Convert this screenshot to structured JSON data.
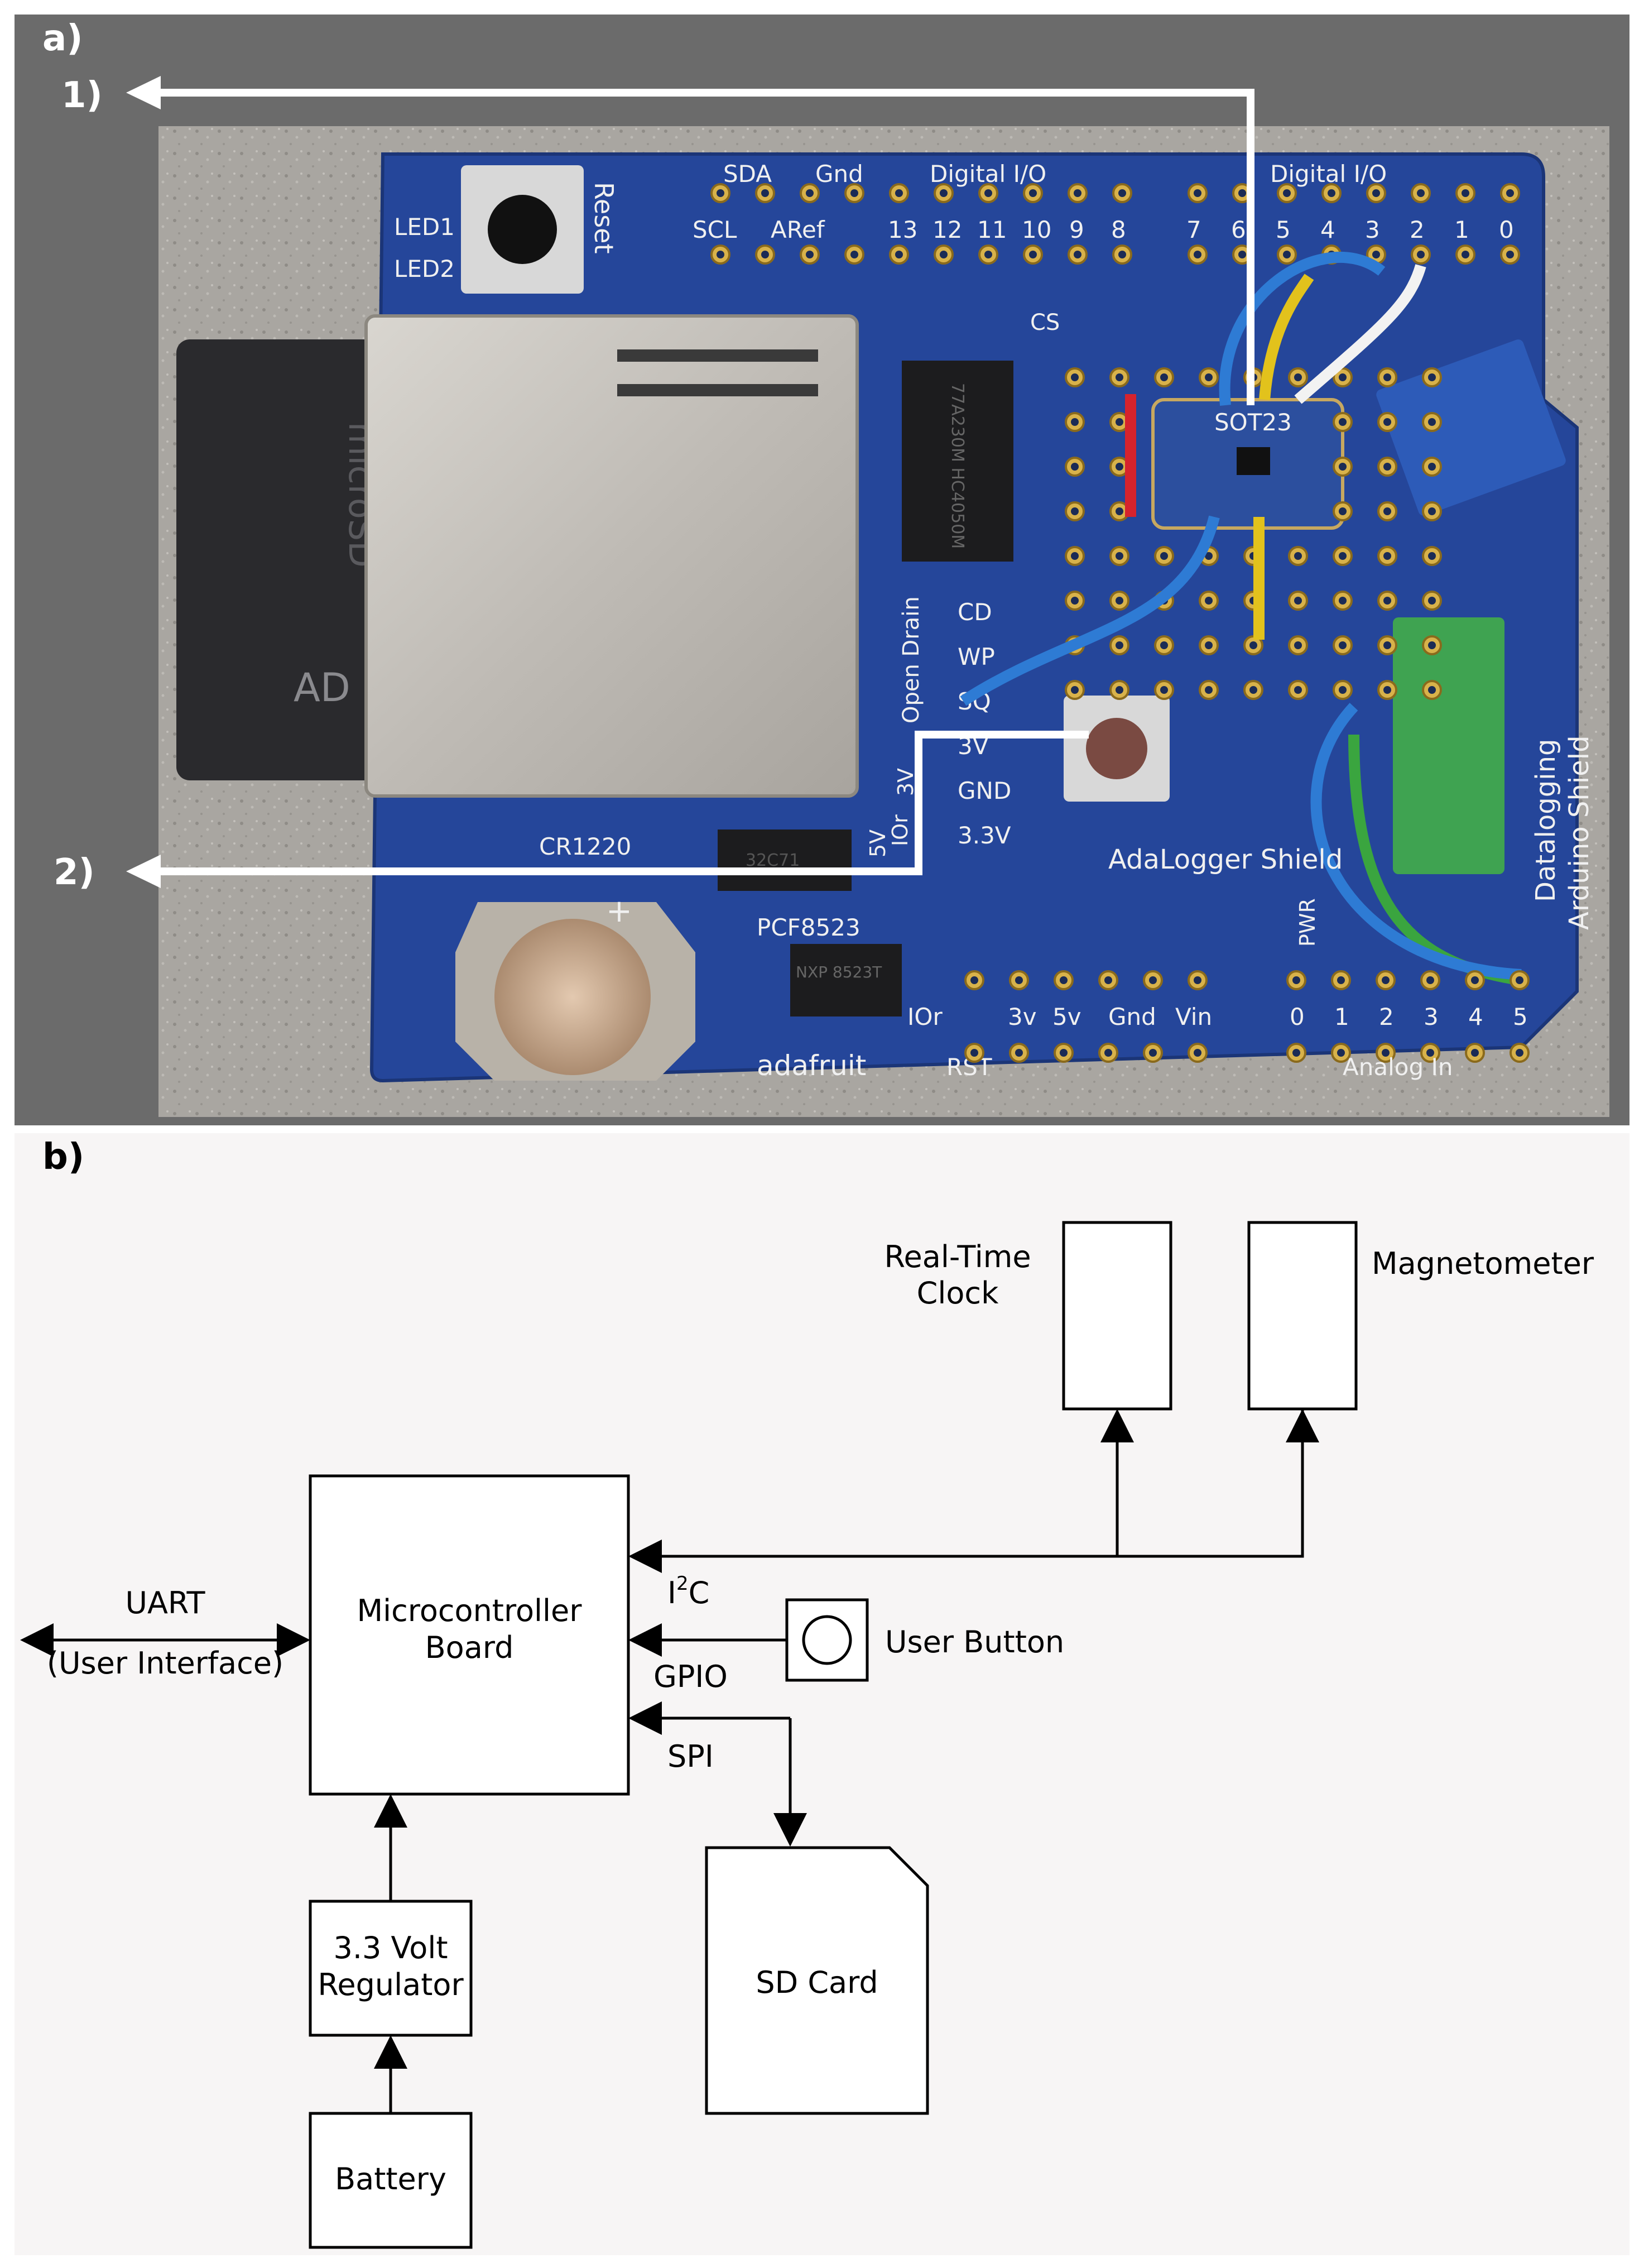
{
  "panel_a": {
    "label": "a)",
    "callout_1": "1)",
    "callout_2": "2)",
    "board": {
      "top_header_labels": [
        "SDA",
        "Gnd",
        "Digital I/O",
        "Digital I/O"
      ],
      "top_pin_labels": [
        "SCL",
        "ARef",
        "13",
        "12",
        "11",
        "10",
        "9",
        "8",
        "7",
        "6",
        "5",
        "4",
        "3",
        "2",
        "1",
        "0"
      ],
      "led1": "LED1",
      "led2": "LED2",
      "reset": "Reset",
      "cs": "CS",
      "microsd": "microSD",
      "sd_adapter": "AD",
      "sot23": "SOT23",
      "chip_text": "77A230M HC4050M",
      "open_drain": "Open Drain",
      "cd": "CD",
      "wp": "WP",
      "sq": "SQ",
      "v3": "3V",
      "gnd": "GND",
      "v33": "3.3V",
      "v5": "5V",
      "v3b": "3V",
      "ior": "IOr",
      "adalogger": "AdaLogger Shield",
      "datalogging": "Datalogging",
      "arduino_shield": "Arduino Shield",
      "cr1220": "CR1220",
      "pcf8523": "PCF8523",
      "rtc_chip": "32C71",
      "nxp": "NXP 8523T",
      "adafruit": "adafruit",
      "rst": "RST",
      "ior2": "IOr",
      "power_labels": [
        "3v",
        "5v",
        "Gnd",
        "Vin"
      ],
      "analog_pins": [
        "0",
        "1",
        "2",
        "3",
        "4",
        "5"
      ],
      "analog_in": "Analog In",
      "pwr": "PWR",
      "plus": "+"
    }
  },
  "panel_b": {
    "label": "b)",
    "microcontroller": [
      "Microcontroller",
      "Board"
    ],
    "rtc_label": [
      "Real-Time",
      "Clock"
    ],
    "magnetometer_label": "Magnetometer",
    "i2c": "I",
    "i2c_sup": "2",
    "i2c_tail": "C",
    "gpio": "GPIO",
    "spi": "SPI",
    "user_button": "User Button",
    "uart": "UART",
    "user_interface": "(User Interface)",
    "regulator": [
      "3.3 Volt",
      "Regulator"
    ],
    "battery": "Battery",
    "sd_card": "SD Card"
  }
}
